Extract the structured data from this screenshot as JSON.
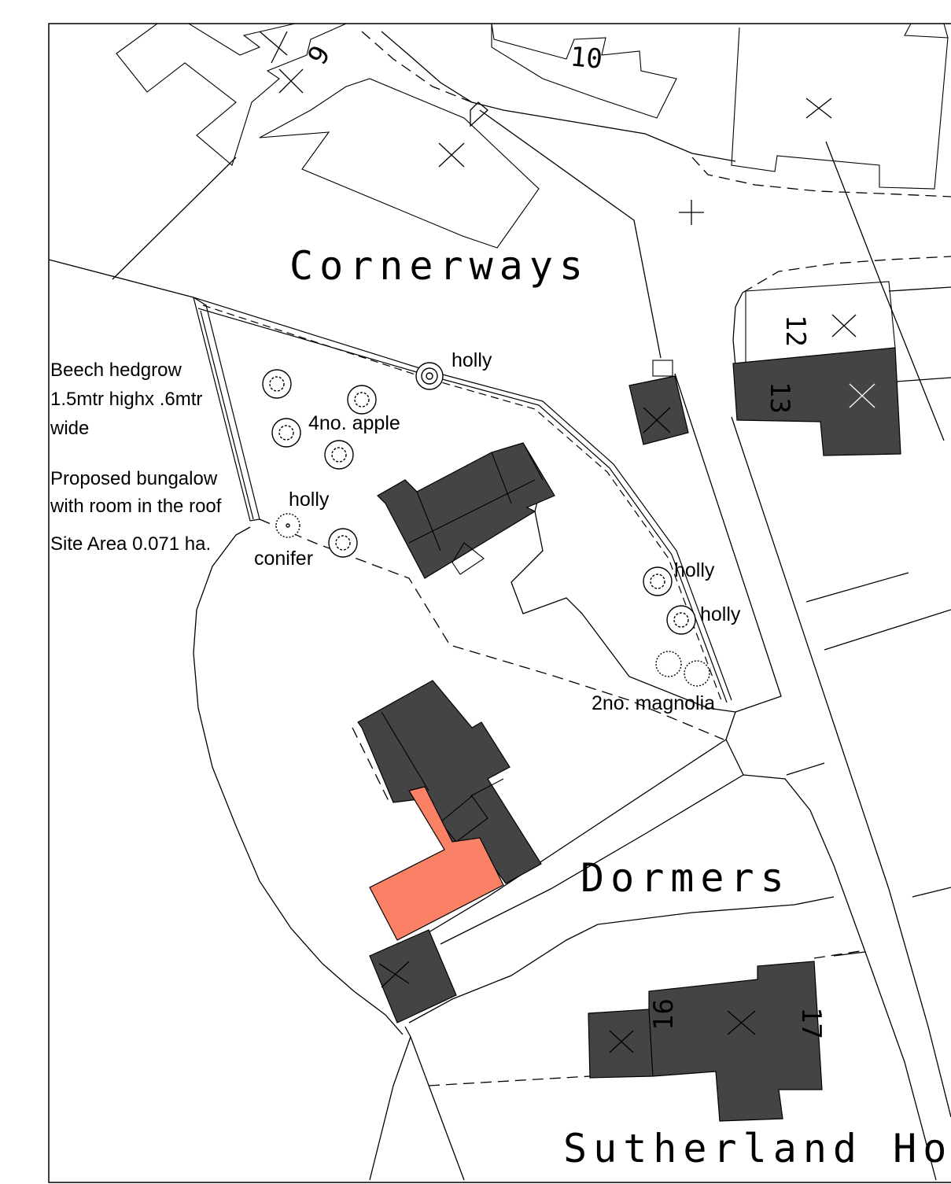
{
  "names": {
    "cornerways": "Cornerways",
    "dormers": "Dormers",
    "sutherland": "Sutherland Ho"
  },
  "house_numbers": {
    "n9": "9",
    "n10": "10",
    "n12": "12",
    "n13": "13",
    "n16": "16",
    "n17": "17"
  },
  "trees": {
    "holly_top": "holly",
    "apples": "4no. apple",
    "holly_west": "holly",
    "conifer": "conifer",
    "holly_east_1": "holly",
    "holly_east_2": "holly",
    "magnolia": "2no. magnolia"
  },
  "notes": {
    "hedge_line1": "Beech hedgrow",
    "hedge_line2": "1.5mtr highx .6mtr",
    "hedge_line3": "wide",
    "proposal_line1": "Proposed bungalow",
    "proposal_line2": "with room in the roof",
    "site_area": "Site Area 0.071 ha."
  },
  "colors": {
    "existing_building": "#444444",
    "proposed_extension": "#fa8066",
    "linework": "#000000"
  }
}
